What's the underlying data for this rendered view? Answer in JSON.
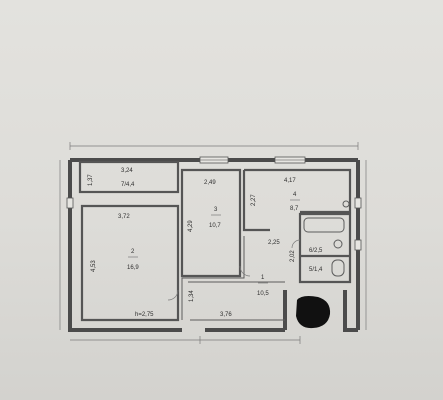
{
  "rooms": {
    "loggia": {
      "width": "3,24",
      "depth": "1,37",
      "area": "7/4,4",
      "id": "7"
    },
    "room2": {
      "number": "2",
      "area": "16,9",
      "width": "3,72",
      "length": "4,53",
      "ceiling": "h=2,75"
    },
    "room3": {
      "number": "3",
      "area": "10,7",
      "width": "2,49",
      "length": "4,29"
    },
    "room4": {
      "number": "4",
      "area": "8,7",
      "width": "4,17",
      "length": "2,27"
    },
    "hall": {
      "number": "1",
      "area": "10,5",
      "width": "2,25",
      "length": "3,76",
      "side": "2,02",
      "small": "1,34"
    },
    "bath": {
      "area": "6/2,5"
    },
    "wc": {
      "area": "5/1,4"
    }
  },
  "colors": {
    "wall": "#4b4b4b",
    "paper": "#e0dfdb",
    "redaction": "#111111"
  }
}
